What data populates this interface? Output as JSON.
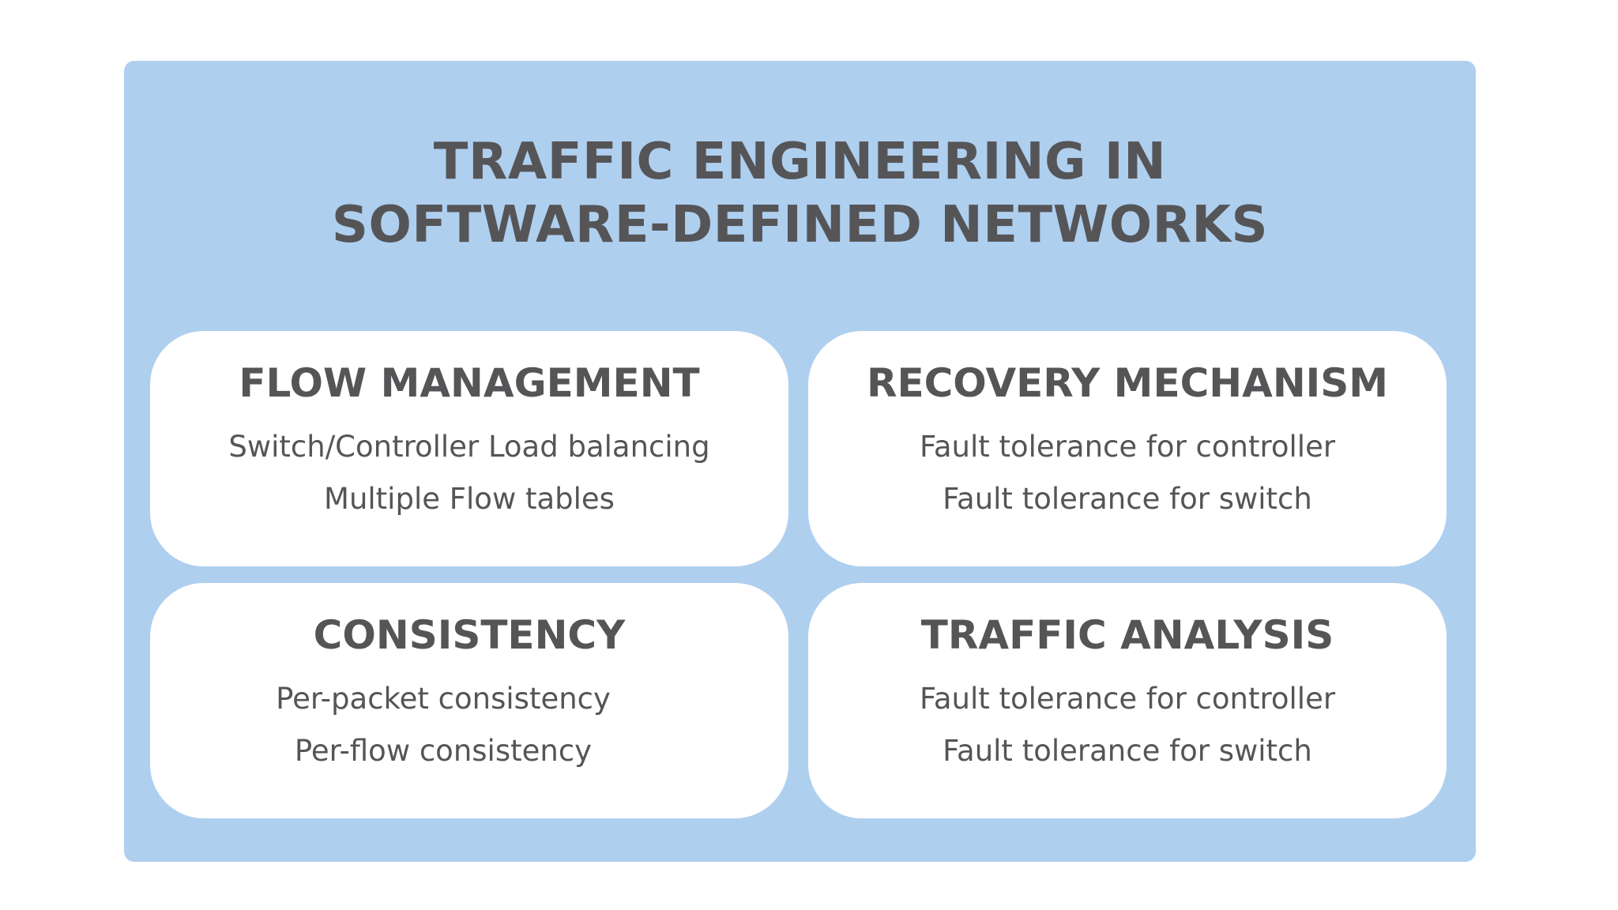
{
  "title": {
    "line1": "TRAFFIC ENGINEERING IN",
    "line2": "SOFTWARE-DEFINED NETWORKS"
  },
  "cards": [
    {
      "title": "FLOW MANAGEMENT",
      "items": [
        "Switch/Controller Load balancing",
        "Multiple Flow tables"
      ]
    },
    {
      "title": "RECOVERY MECHANISM",
      "items": [
        "Fault tolerance for controller",
        "Fault tolerance for switch"
      ]
    },
    {
      "title": "CONSISTENCY",
      "items": [
        "Per-packet consistency",
        "Per-flow consistency"
      ]
    },
    {
      "title": "TRAFFIC ANALYSIS",
      "items": [
        "Fault tolerance for controller",
        "Fault tolerance for switch"
      ]
    }
  ],
  "colors": {
    "panel": "#afcfef",
    "card": "#ffffff",
    "text": "#555558"
  }
}
